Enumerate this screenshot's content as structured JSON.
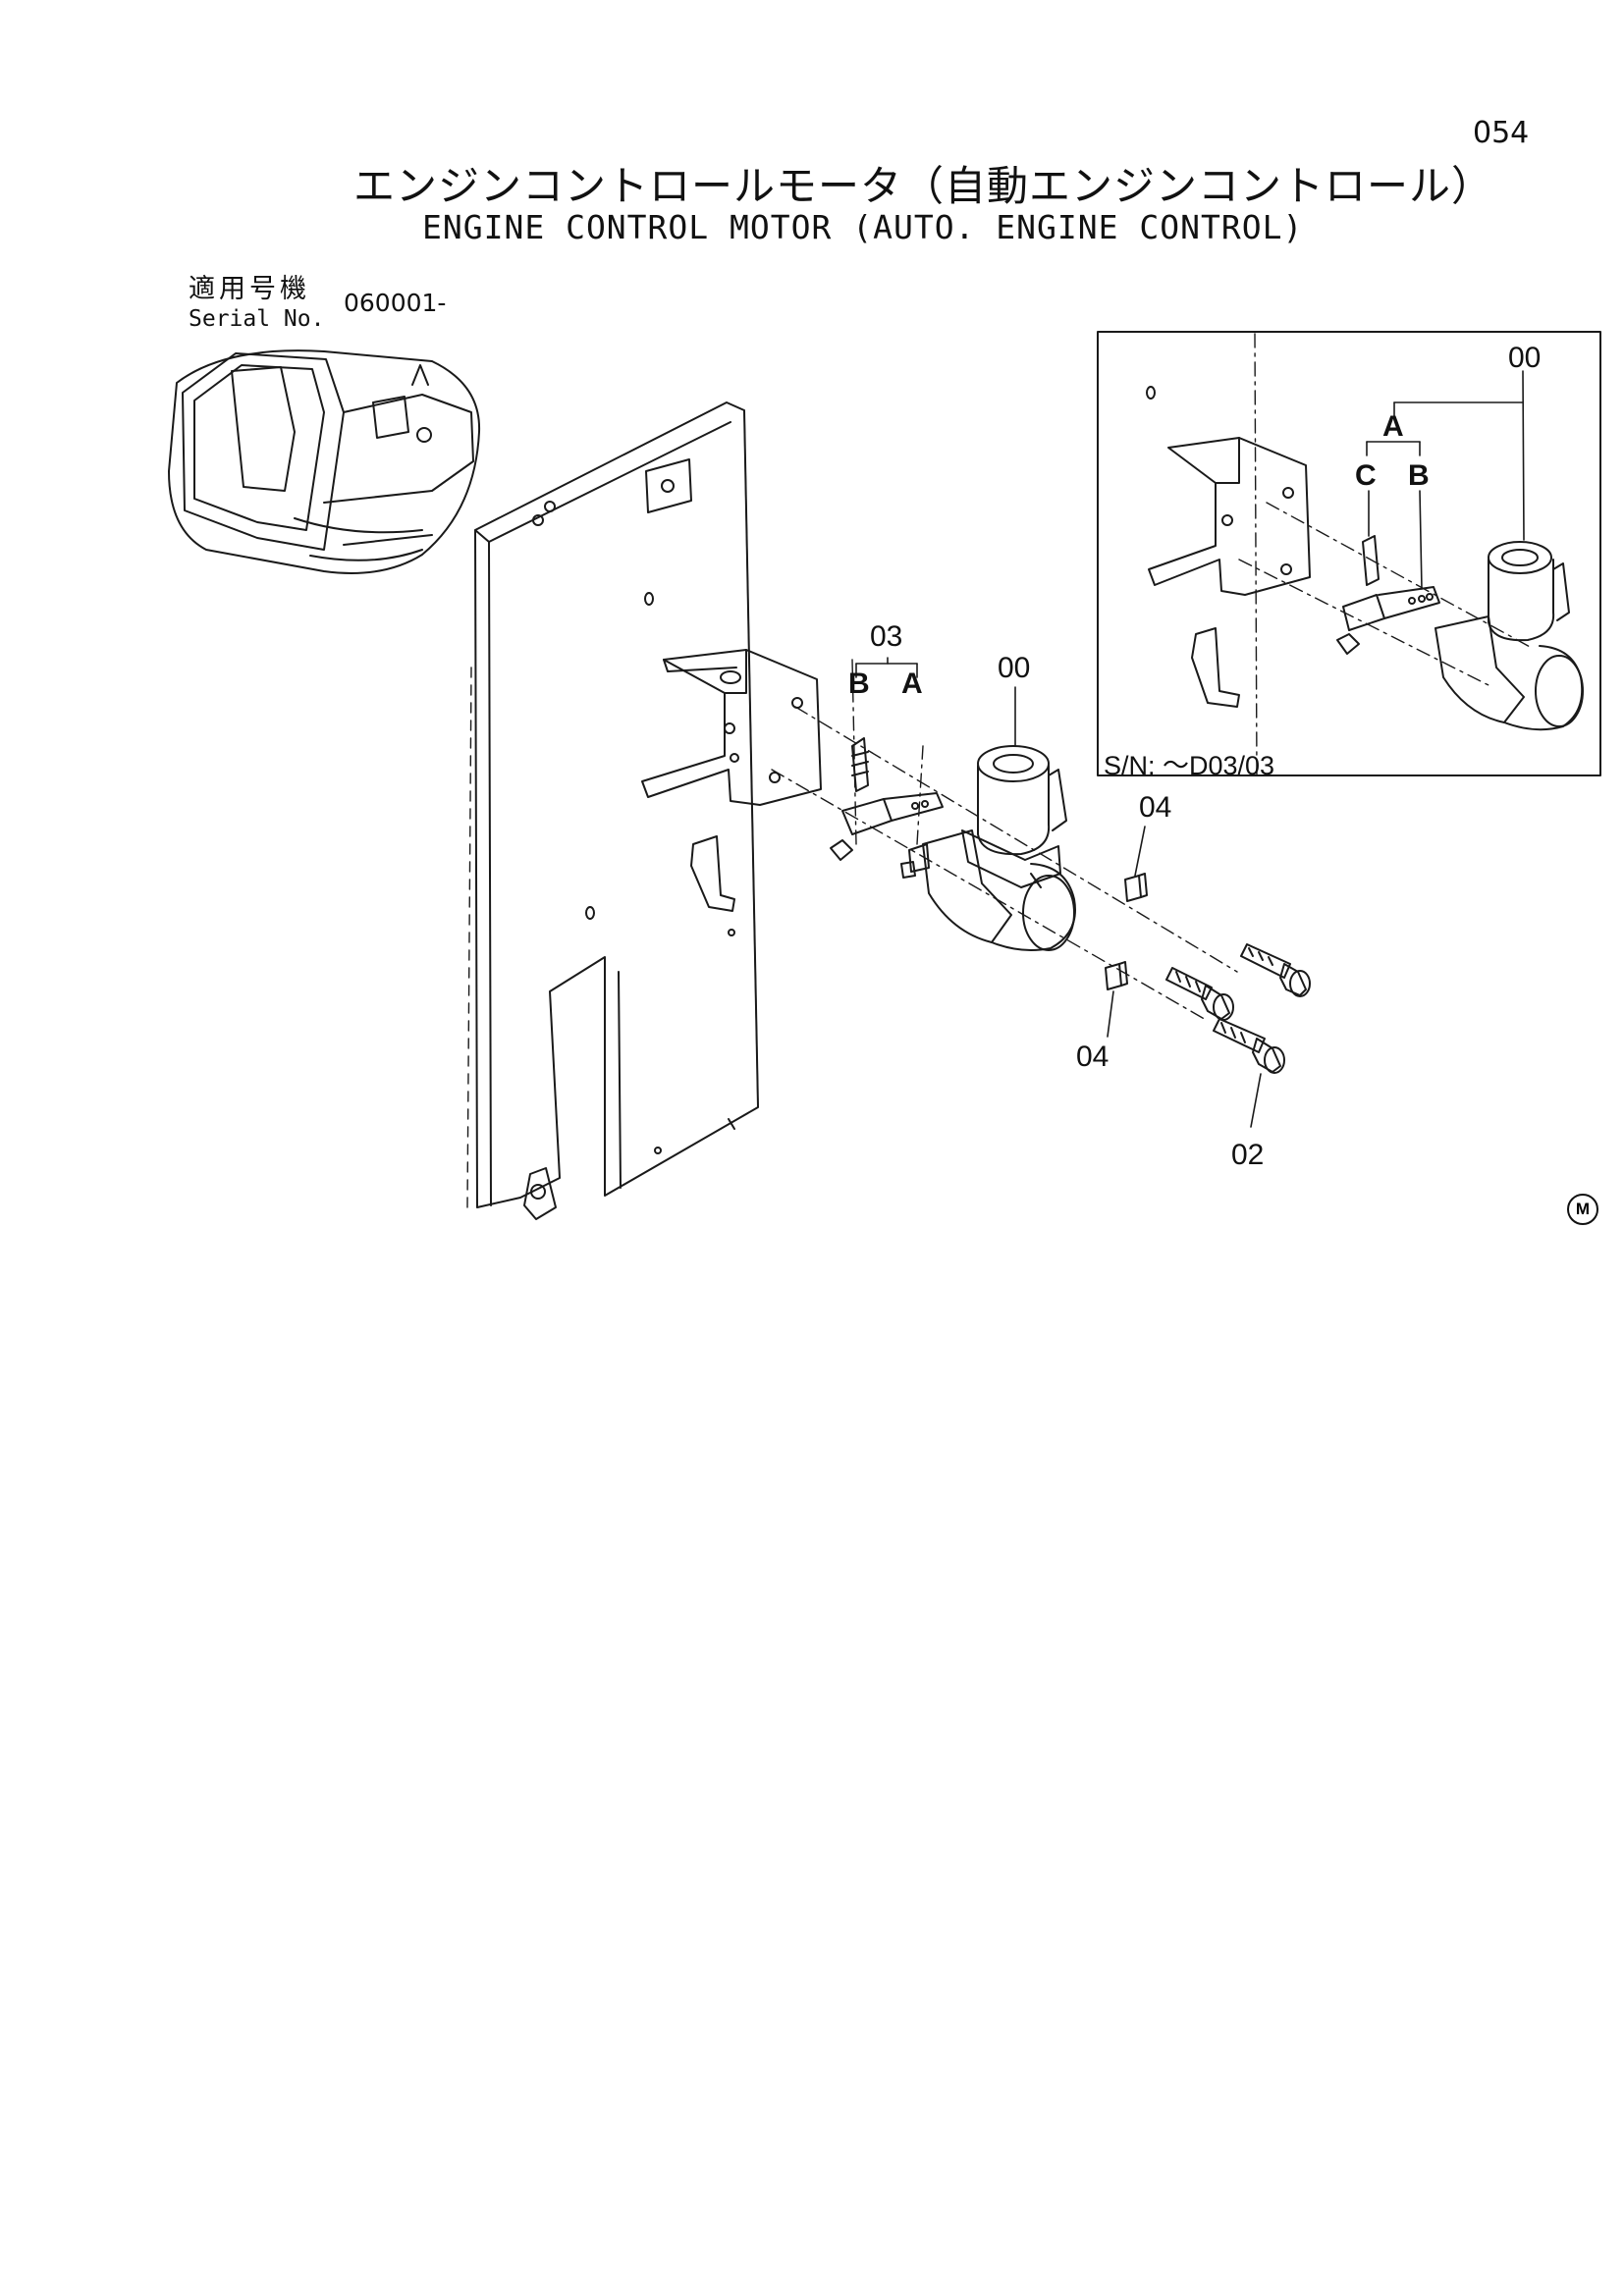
{
  "page_number": "054",
  "title_jp": "エンジンコントロールモータ（自動エンジンコントロール）",
  "title_en": "ENGINE CONTROL MOTOR (AUTO. ENGINE CONTROL)",
  "serial": {
    "label_jp": "適用号機",
    "label_en": "Serial No.",
    "value": "060001-"
  },
  "callouts": {
    "part_00_main": "00",
    "part_03": "03",
    "part_03_b": "B",
    "part_03_a": "A",
    "part_04_top": "04",
    "part_04_bottom": "04",
    "part_02": "02"
  },
  "inset": {
    "part_00": "00",
    "part_a": "A",
    "part_c": "C",
    "part_b": "B",
    "note": "S/N: ～D03/03"
  },
  "mark": "M"
}
